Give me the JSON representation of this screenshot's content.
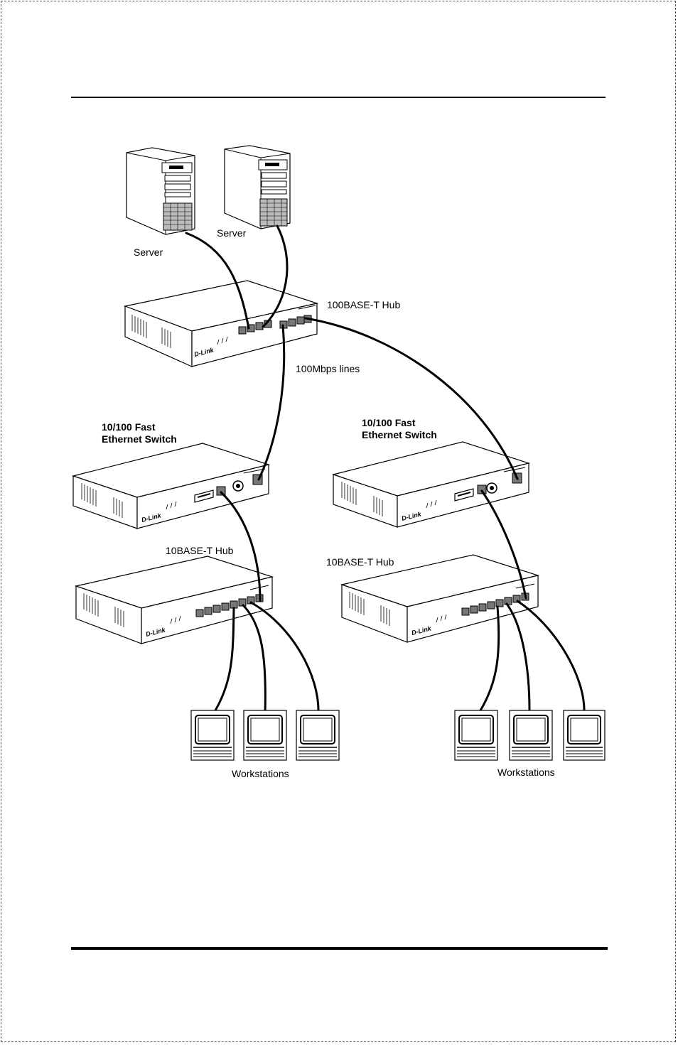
{
  "diagram": {
    "labels": {
      "server_left": "Server",
      "server_right": "Server",
      "hub_100": "100BASE-T Hub",
      "lines_100": "100Mbps lines",
      "switch_left_line1": "10/100 Fast",
      "switch_left_line2": "Ethernet Switch",
      "switch_right_line1": "10/100 Fast",
      "switch_right_line2": "Ethernet Switch",
      "hub_10_left": "10BASE-T Hub",
      "hub_10_right": "10BASE-T Hub",
      "workstations_left": "Workstations",
      "workstations_right": "Workstations"
    },
    "brand": "D-Link",
    "icons": {
      "server": "server-tower-icon",
      "hub": "network-hub-icon",
      "switch": "ethernet-switch-icon",
      "workstation": "workstation-monitor-icon"
    },
    "colors": {
      "line": "#000000",
      "fill": "#ffffff"
    }
  }
}
